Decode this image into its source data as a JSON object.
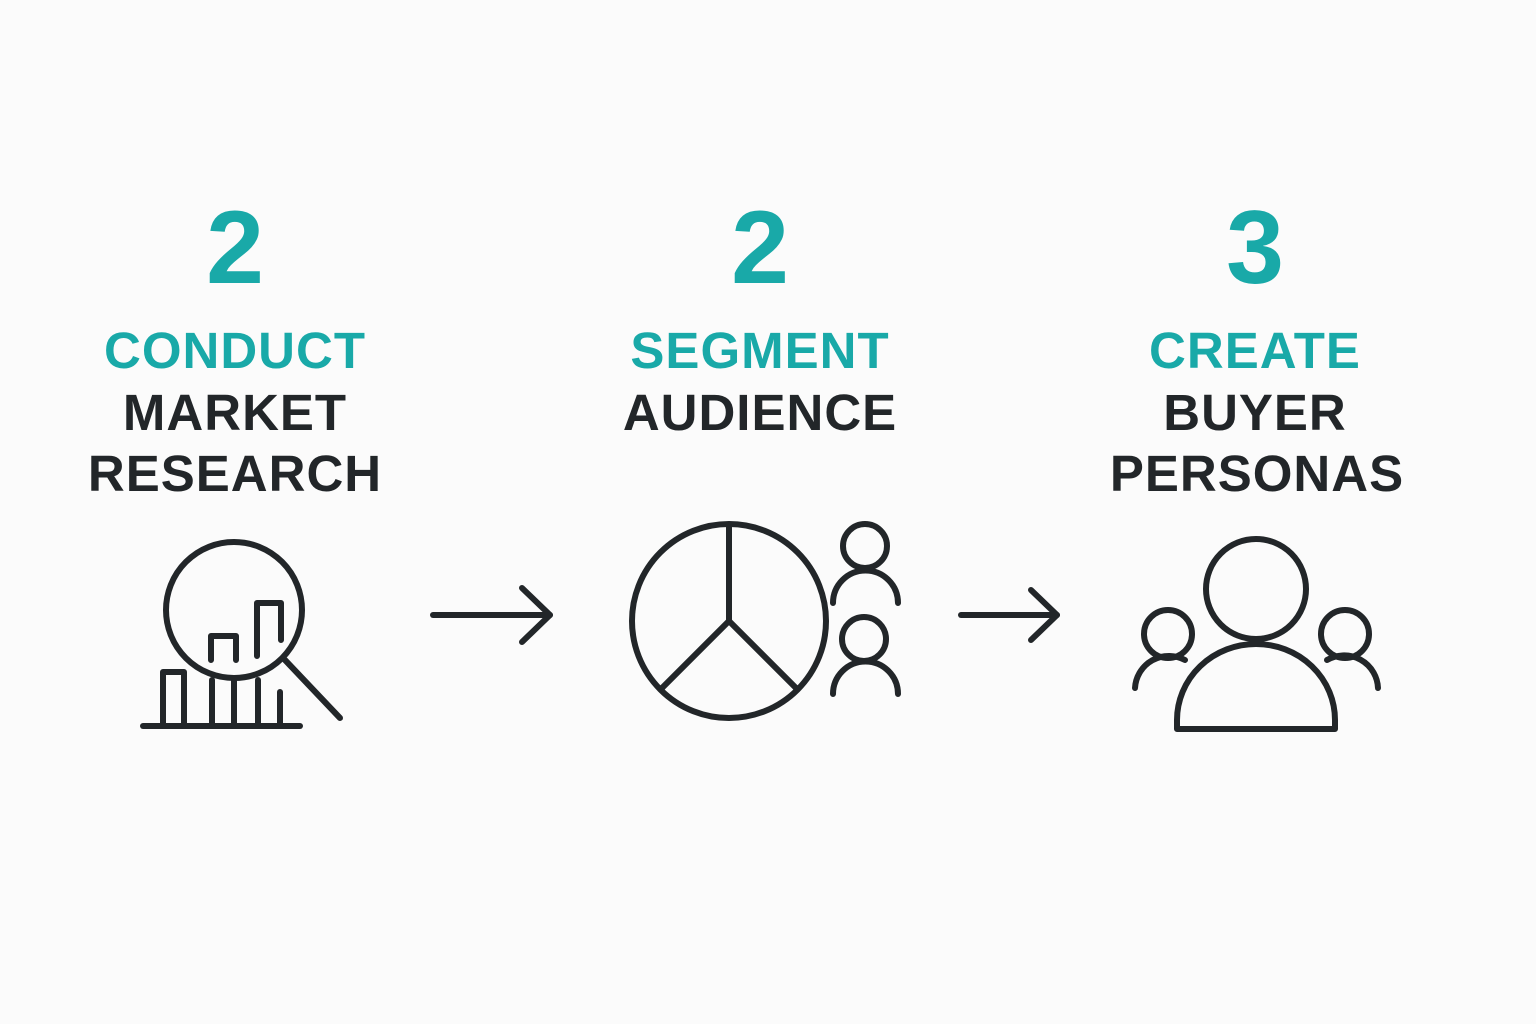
{
  "steps": [
    {
      "number": "2",
      "verb": "CONDUCT",
      "line2": "MARKET",
      "line3": "RESEARCH",
      "icon": "magnifier-chart-icon"
    },
    {
      "number": "2",
      "verb": "SEGMENT",
      "line2": "AUDIENCE",
      "line3": "",
      "icon": "pie-chart-people-icon"
    },
    {
      "number": "3",
      "verb": "CREATE",
      "line2": "BUYER",
      "line3": "PERSONAS",
      "icon": "group-people-icon"
    }
  ],
  "colors": {
    "accent": "#19a9a8",
    "text": "#222629",
    "background": "#fbfbfb"
  }
}
